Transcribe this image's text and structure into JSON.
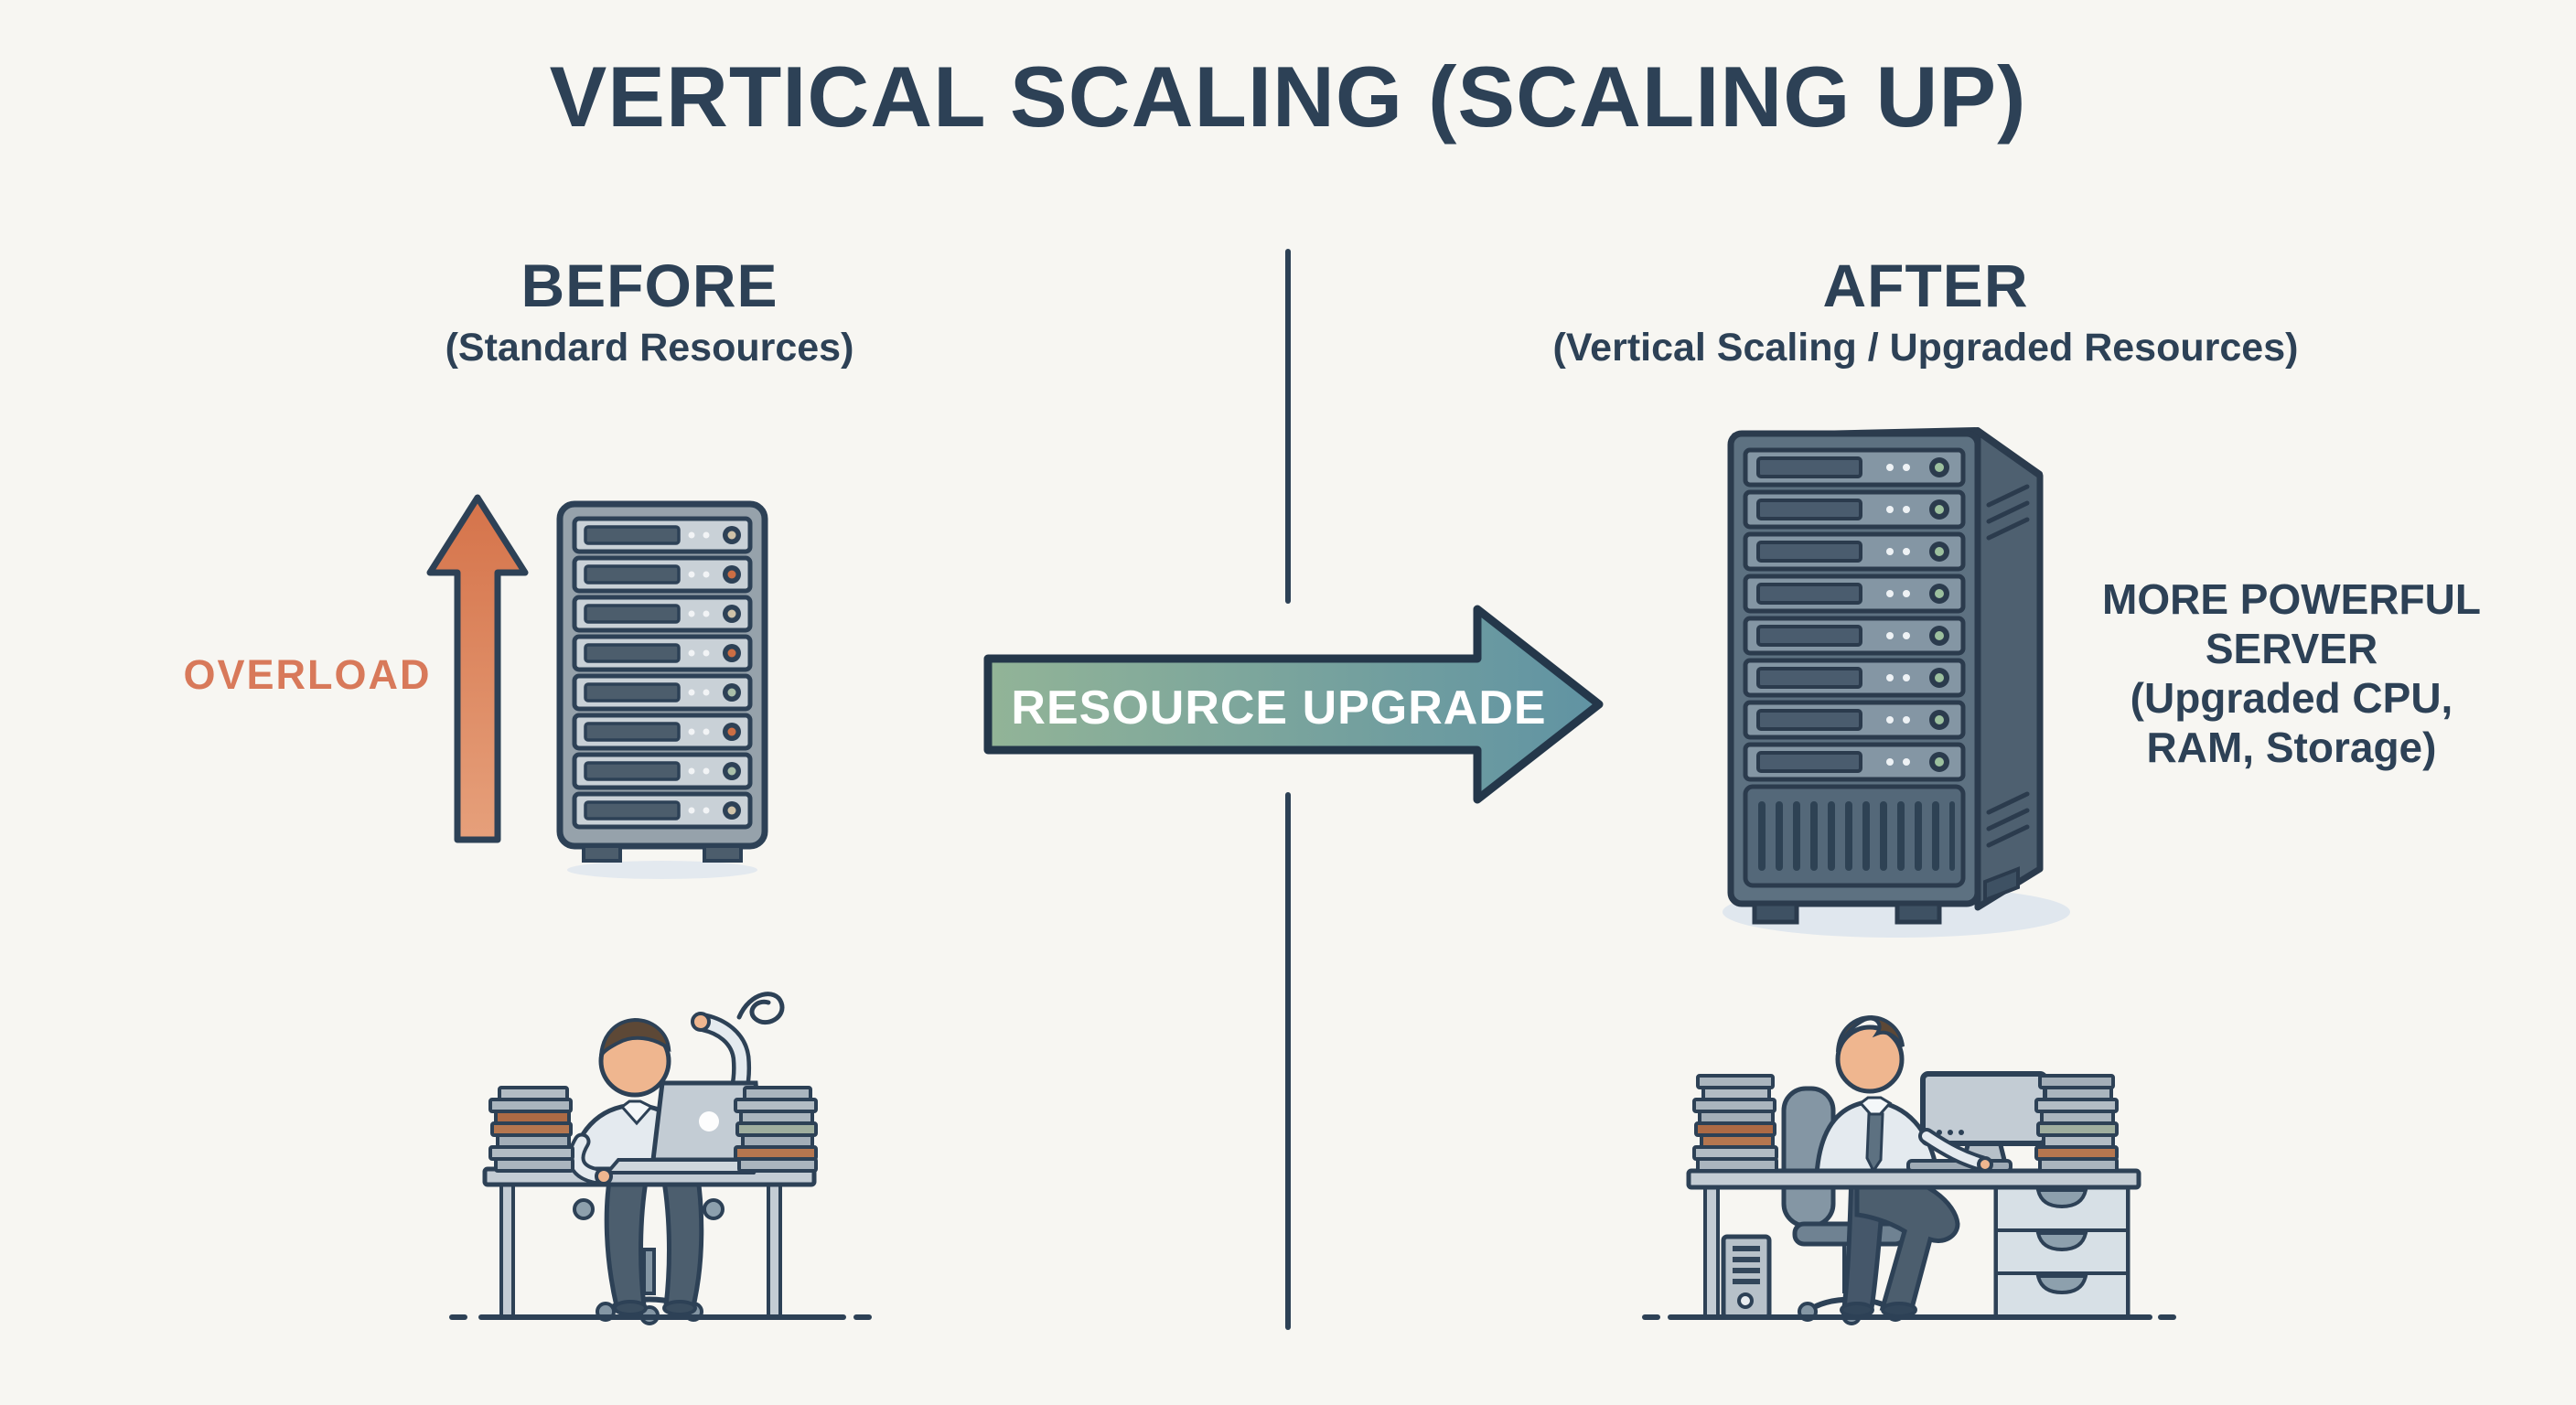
{
  "title": "VERTICAL SCALING (SCALING UP)",
  "before": {
    "heading": "BEFORE",
    "subheading": "(Standard Resources)",
    "overload_label": "OVERLOAD"
  },
  "after": {
    "heading": "AFTER",
    "subheading": "(Vertical Scaling / Upgraded Resources)",
    "annotation_lines": [
      "MORE POWERFUL",
      "SERVER",
      "(Upgraded CPU,",
      "RAM, Storage)"
    ]
  },
  "center": {
    "arrow_label": "RESOURCE UPGRADE"
  },
  "colors": {
    "background": "#f7f6f2",
    "ink": "#2d4156",
    "overload_orange": "#d8795a",
    "upgrade_gradient_start": "#92b497",
    "upgrade_gradient_end": "#6093a3",
    "server_standard_body": "#96a2ab",
    "server_upgraded_body": "#5d7181",
    "led_green": "#9cc09e",
    "led_orange": "#cc6e44"
  }
}
